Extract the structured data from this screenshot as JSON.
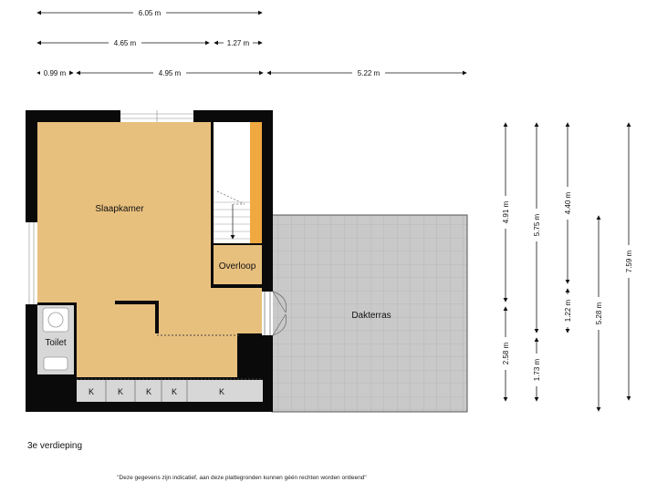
{
  "dimensions_horizontal": [
    "6.05 m",
    "4.65 m",
    "1.27 m",
    "0.99 m",
    "4.95 m",
    "5.22 m"
  ],
  "dimensions_vertical": [
    "4.91 m",
    "2.58 m",
    "5.75 m",
    "1.73 m",
    "4.40 m",
    "1.22 m",
    "5.28 m",
    "7.59 m"
  ],
  "rooms": {
    "slaapkamer": "Slaapkamer",
    "overloop": "Overloop",
    "dakterras": "Dakterras",
    "toilet": "Toilet"
  },
  "storage_label": "K",
  "floor_name": "3e verdieping",
  "disclaimer": "\"Deze gegevens zijn indicatief, aan deze plattegronden kunnen géén rechten worden ontleend\"",
  "colors": {
    "floor": "#e8c07e",
    "wall": "#0a0a0a",
    "terrace": "#c9c9c9",
    "terrace_grid": "#a9a9a9",
    "grey_floor": "#d7d7d7",
    "stair_accent": "#f0a840"
  }
}
